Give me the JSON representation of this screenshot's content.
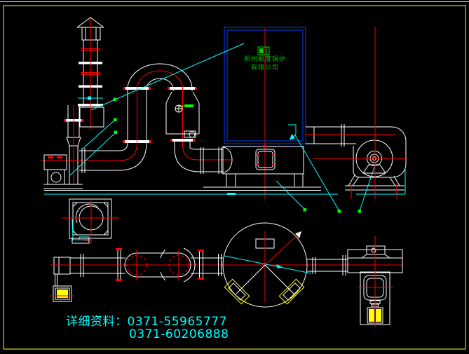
{
  "app": {
    "name": "cad-drawing-canvas",
    "background": "#000000"
  },
  "sheet": {
    "border_color": "#ffff00"
  },
  "colors": {
    "geometry": "#ffffff",
    "centerline": "#ff0000",
    "leader": "#00ffff",
    "grip": "#00ff00",
    "highlight": "#ffff00",
    "filter_box": "#0040ff",
    "company_text": "#00bb00"
  },
  "company_block": {
    "name_line1": "郑州枫度锅炉",
    "name_line2": "有限公司"
  },
  "contact": {
    "line1": "详细资料：0371-55965777",
    "line2": "0371-60206888"
  }
}
